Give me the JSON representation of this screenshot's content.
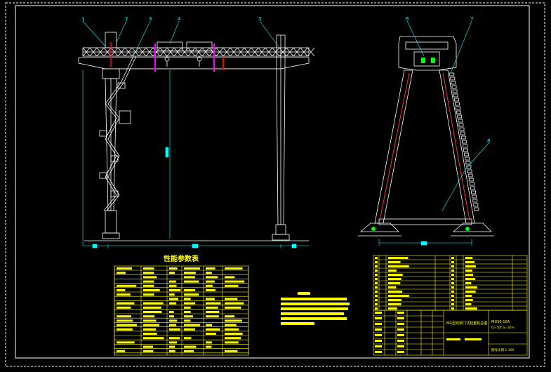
{
  "drawing": {
    "front_view_callouts": [
      "1",
      "2",
      "3",
      "4",
      "5"
    ],
    "side_view_callouts": [
      "6",
      "7",
      "8"
    ],
    "table_title": "性能参数表",
    "title_block_main": "MG型双梁门式起重机总图",
    "title_block_code": "MG50-10A",
    "title_block_spec": "Q=50t  S=30m",
    "title_block_scale": "图号比例 1:100",
    "colors": {
      "background": "#000000",
      "lines": "#ffffff",
      "annotation": "#00ffff",
      "table": "#ffff00",
      "highlight": "#ff00ff",
      "marker": "#ff0000"
    }
  }
}
